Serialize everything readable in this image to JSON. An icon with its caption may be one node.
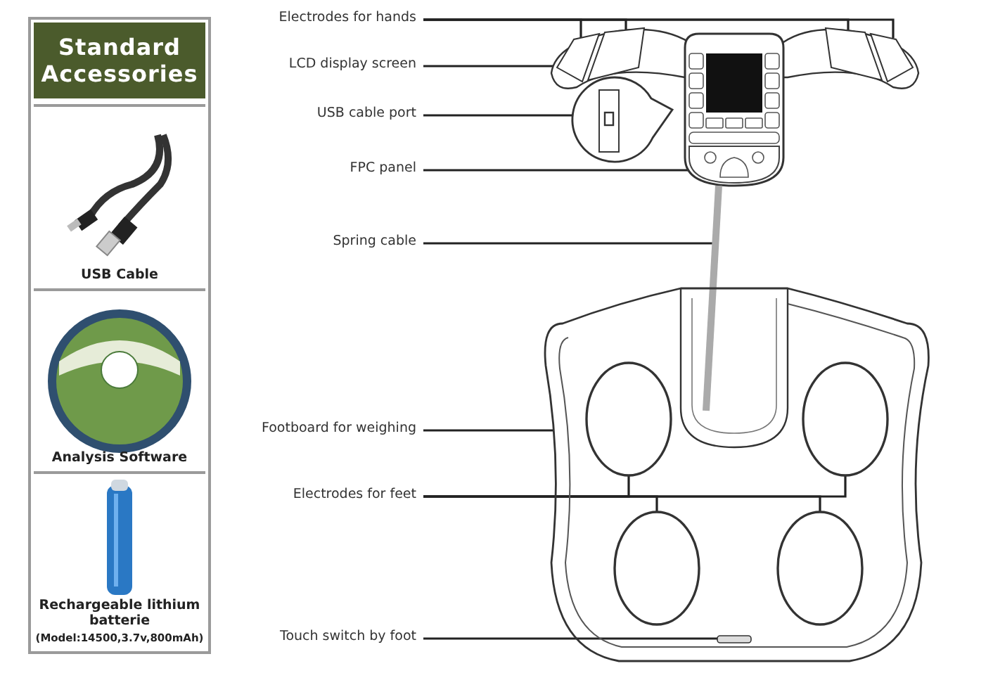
{
  "diagram": {
    "nodes": [
      {
        "text": [
          "Standard Accessories"
        ]
      },
      {
        "text": [
          "USB Cable"
        ],
        "in": 0
      },
      {
        "text": [
          "Analysis Software"
        ],
        "in": 0
      },
      {
        "text": [
          "Rechargeable lithium batterie",
          "(Model:14500,3.7v,800mAh)"
        ],
        "in": 0
      },
      {
        "text": [
          "Electrodes for hands"
        ]
      },
      {
        "text": [
          "LCD display screen"
        ]
      },
      {
        "text": [
          "USB cable port"
        ]
      },
      {
        "text": [
          "FPC panel"
        ]
      },
      {
        "text": [
          "Spring cable"
        ]
      },
      {
        "text": [
          "Footboard for weighing"
        ]
      },
      {
        "text": [
          "Electrodes for feet"
        ]
      },
      {
        "text": [
          "Touch switch by foot"
        ]
      },
      {
        "text": [],
        "shape": "picture"
      },
      {
        "text": [],
        "shape": "picture"
      },
      {
        "text": [],
        "shape": "picture"
      },
      {
        "text": [],
        "shape": "picture"
      },
      {
        "text": [],
        "shape": "box"
      },
      {
        "text": [],
        "shape": "circle"
      },
      {
        "text": [],
        "shape": "picture"
      },
      {
        "text": [],
        "shape": "bar"
      },
      {
        "text": [],
        "shape": "picture"
      },
      {
        "text": [],
        "shape": "ellipse",
        "in": 20
      },
      {
        "text": [],
        "shape": "ellipse",
        "in": 20
      },
      {
        "text": [],
        "shape": "ellipse",
        "in": 20
      },
      {
        "text": [],
        "shape": "ellipse",
        "in": 20
      },
      {
        "text": [],
        "shape": "bar",
        "in": 20
      }
    ],
    "edges": [
      {
        "from": 4,
        "to": 12,
        "arrow": "none"
      },
      {
        "from": 4,
        "to": 13,
        "arrow": "none"
      },
      {
        "from": 4,
        "to": 14,
        "arrow": "none"
      },
      {
        "from": 4,
        "to": 15,
        "arrow": "none"
      },
      {
        "from": 5,
        "to": 16,
        "arrow": "none"
      },
      {
        "from": 6,
        "to": 17,
        "arrow": "none"
      },
      {
        "from": 7,
        "to": 18,
        "arrow": "none"
      },
      {
        "from": 8,
        "to": 19,
        "arrow": "none"
      },
      {
        "from": 9,
        "to": 20,
        "arrow": "none"
      },
      {
        "from": 10,
        "to": 21,
        "arrow": "none"
      },
      {
        "from": 10,
        "to": 22,
        "arrow": "none"
      },
      {
        "from": 10,
        "to": 23,
        "arrow": "none"
      },
      {
        "from": 10,
        "to": 24,
        "arrow": "none"
      },
      {
        "from": 11,
        "to": 25,
        "arrow": "none"
      }
    ]
  }
}
